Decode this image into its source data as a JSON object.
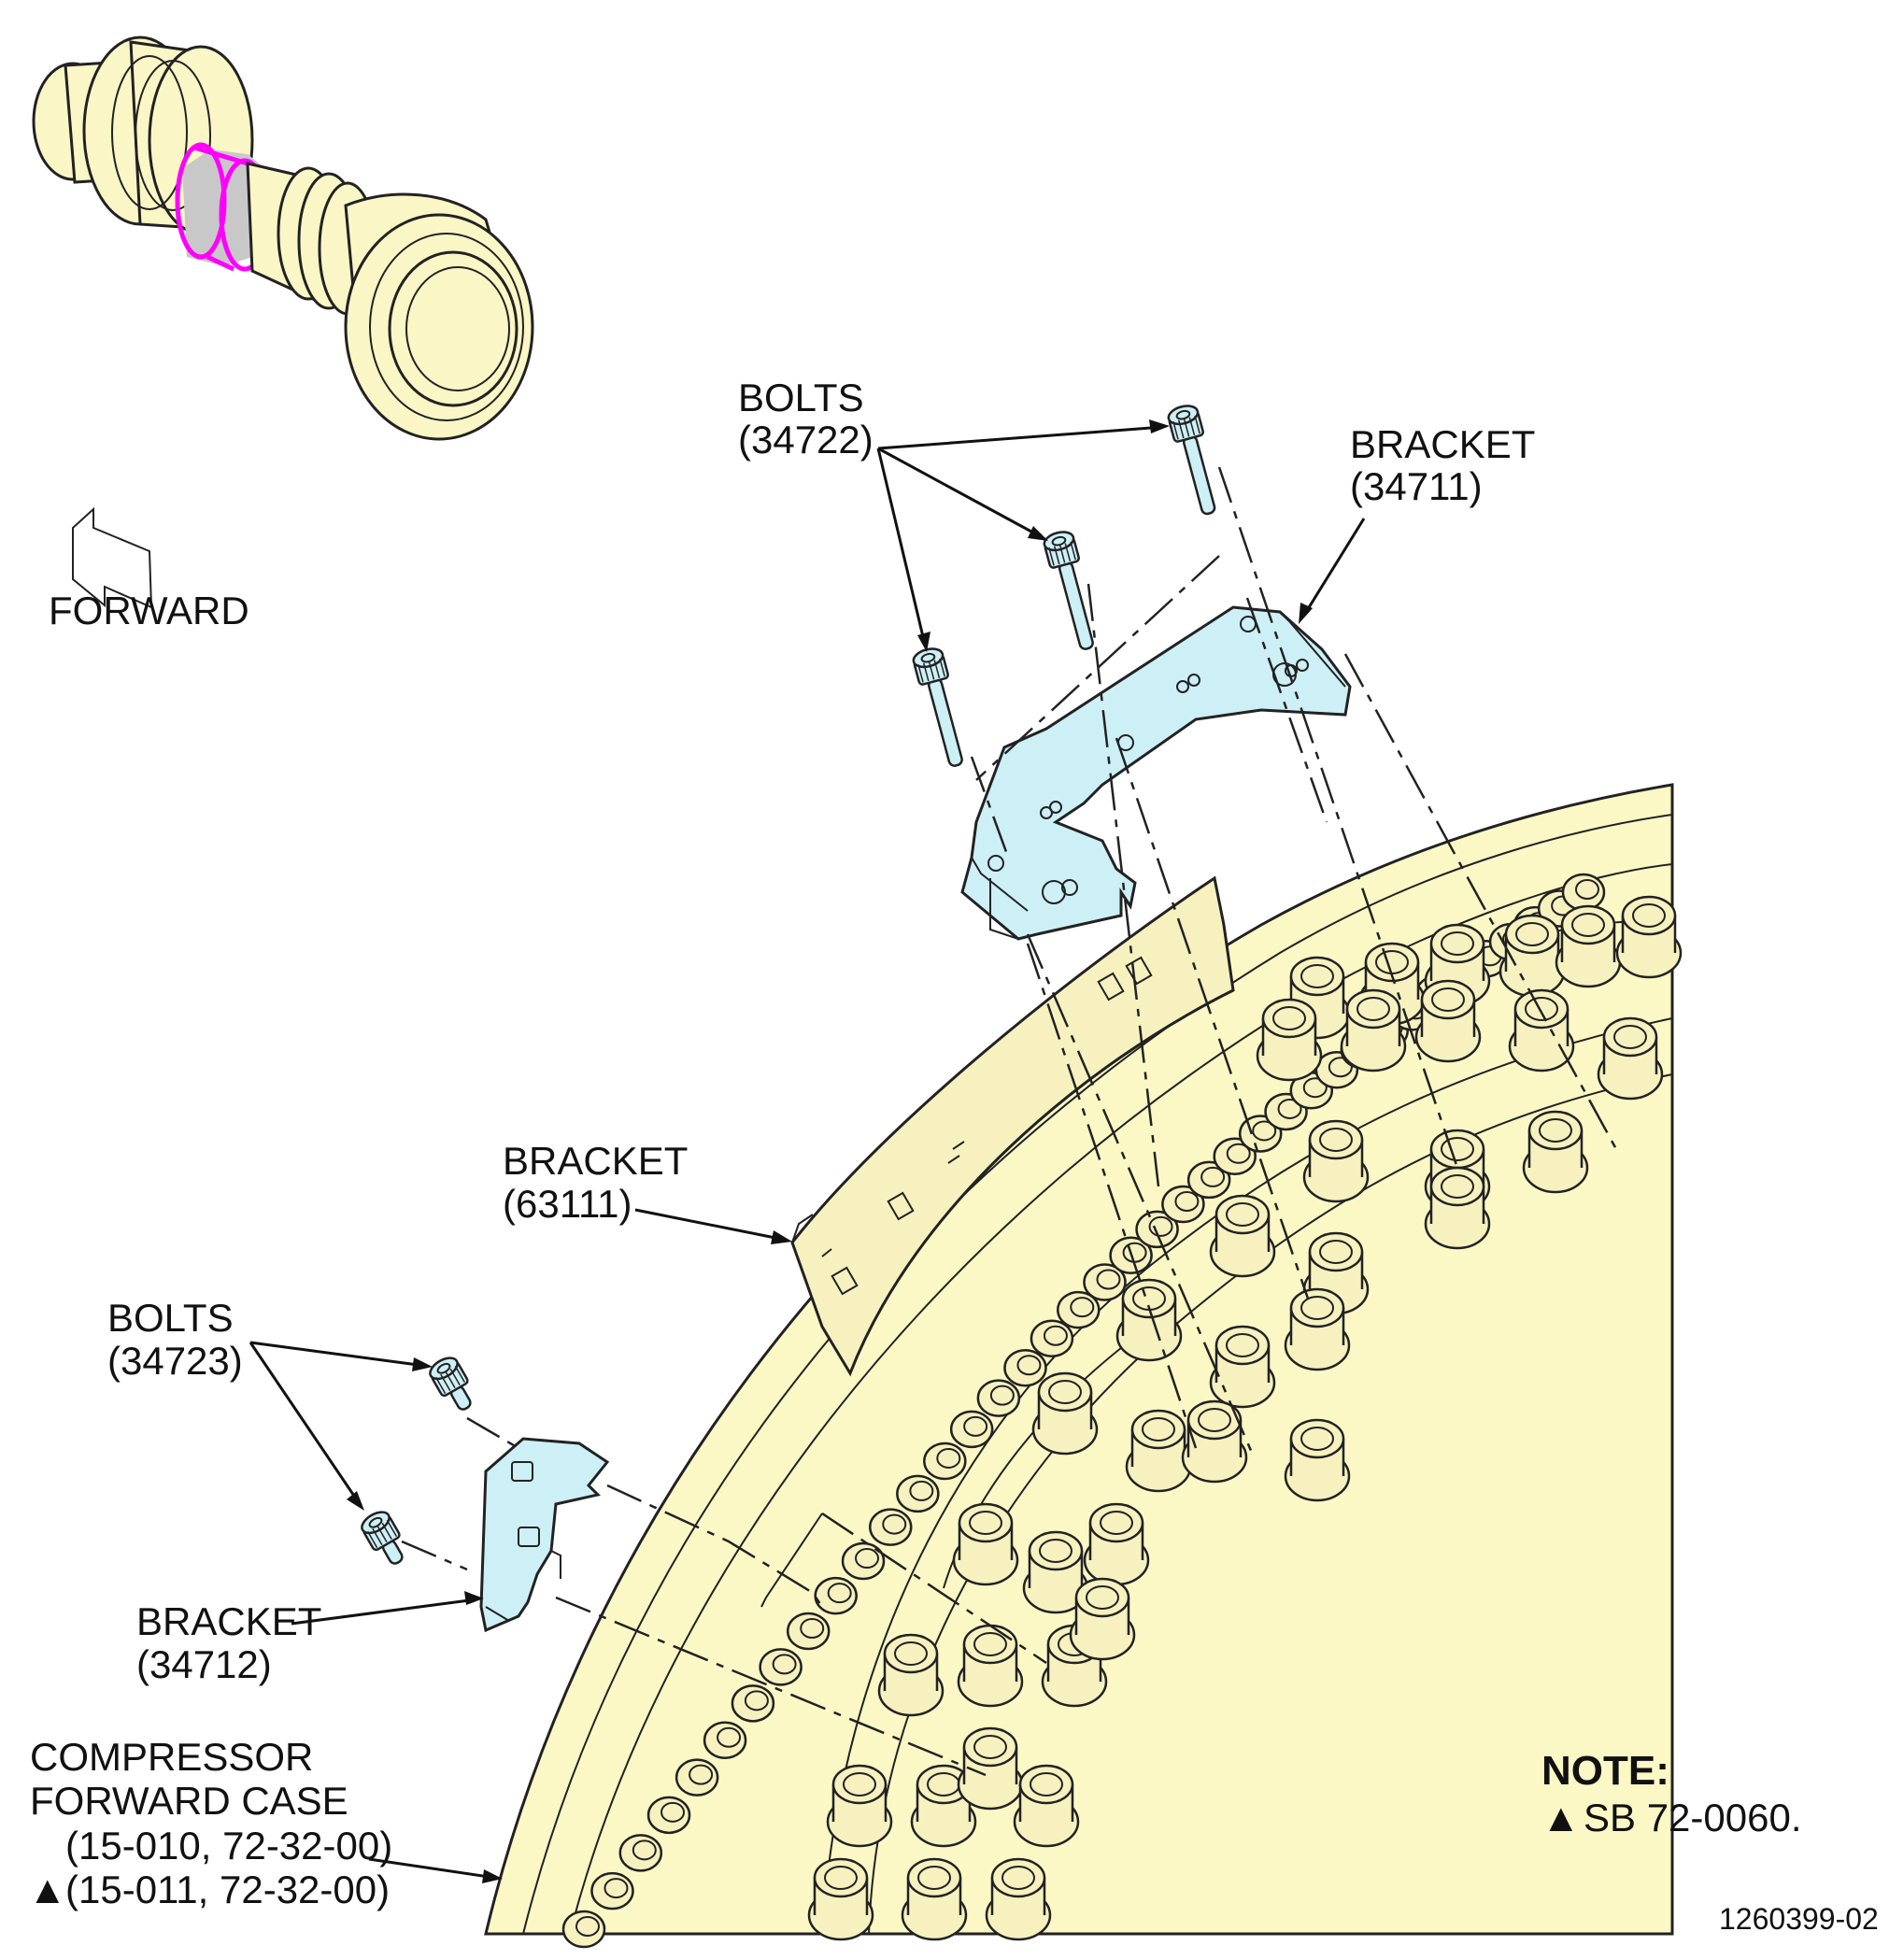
{
  "figure_id": "1260399-02",
  "orientation": {
    "forward_label": "FORWARD"
  },
  "callouts": {
    "bolts_top": {
      "name": "BOLTS",
      "ref": "(34722)"
    },
    "bracket_34711": {
      "name": "BRACKET",
      "ref": "(34711)"
    },
    "bracket_63111": {
      "name": "BRACKET",
      "ref": "(63111)"
    },
    "bolts_bottom": {
      "name": "BOLTS",
      "ref": "(34723)"
    },
    "bracket_34712": {
      "name": "BRACKET",
      "ref": "(34712)"
    },
    "compressor_case": {
      "name_line1": "COMPRESSOR",
      "name_line2": "FORWARD CASE",
      "ref_line1": "(15-010, 72-32-00)",
      "ref_line2_marker": "▲",
      "ref_line2": "(15-011, 72-32-00)"
    }
  },
  "note": {
    "title": "NOTE:",
    "marker": "▲",
    "text": "SB 72-0060."
  },
  "colors": {
    "engine_fill": "#fbf6c6",
    "part_fill": "#cdeff6",
    "highlight": "#ff00ff",
    "highlight_fill": "#c8c8c8"
  }
}
